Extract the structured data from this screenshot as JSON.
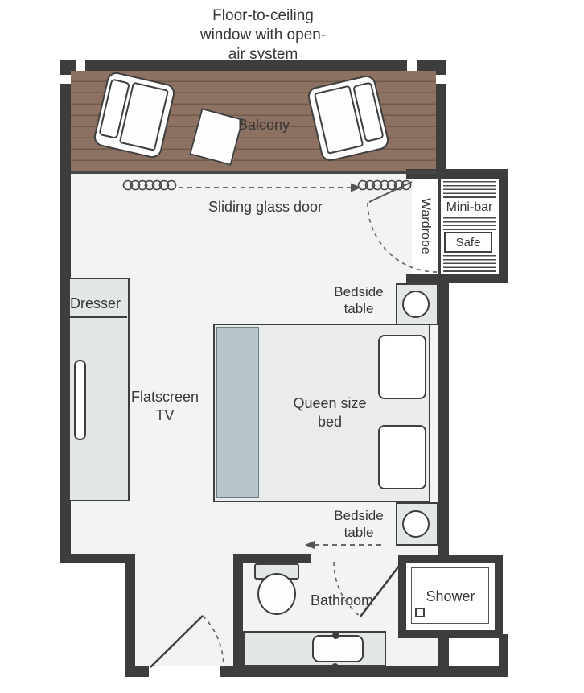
{
  "notes": {
    "window_note": "Floor-to-ceiling window with open-air system",
    "sliding_door": "Sliding glass door"
  },
  "rooms": {
    "balcony": "Balcony",
    "bathroom": "Bathroom",
    "shower": "Shower"
  },
  "furniture": {
    "wardrobe": "Wardrobe",
    "minibar": "Mini-bar",
    "safe": "Safe",
    "dresser": "Dresser",
    "tv": "Flatscreen TV",
    "bed": "Queen size bed",
    "bedside_top": "Bedside table",
    "bedside_bottom": "Bedside table"
  },
  "colors": {
    "wall": "#3d3d3d",
    "deck": "#8d7263",
    "deck_stripe": "#6f5949",
    "floor": "#f2f4f3",
    "furniture_fill": "#e3e7e6",
    "bed_runner": "#b8c5c9",
    "text": "#383838"
  }
}
